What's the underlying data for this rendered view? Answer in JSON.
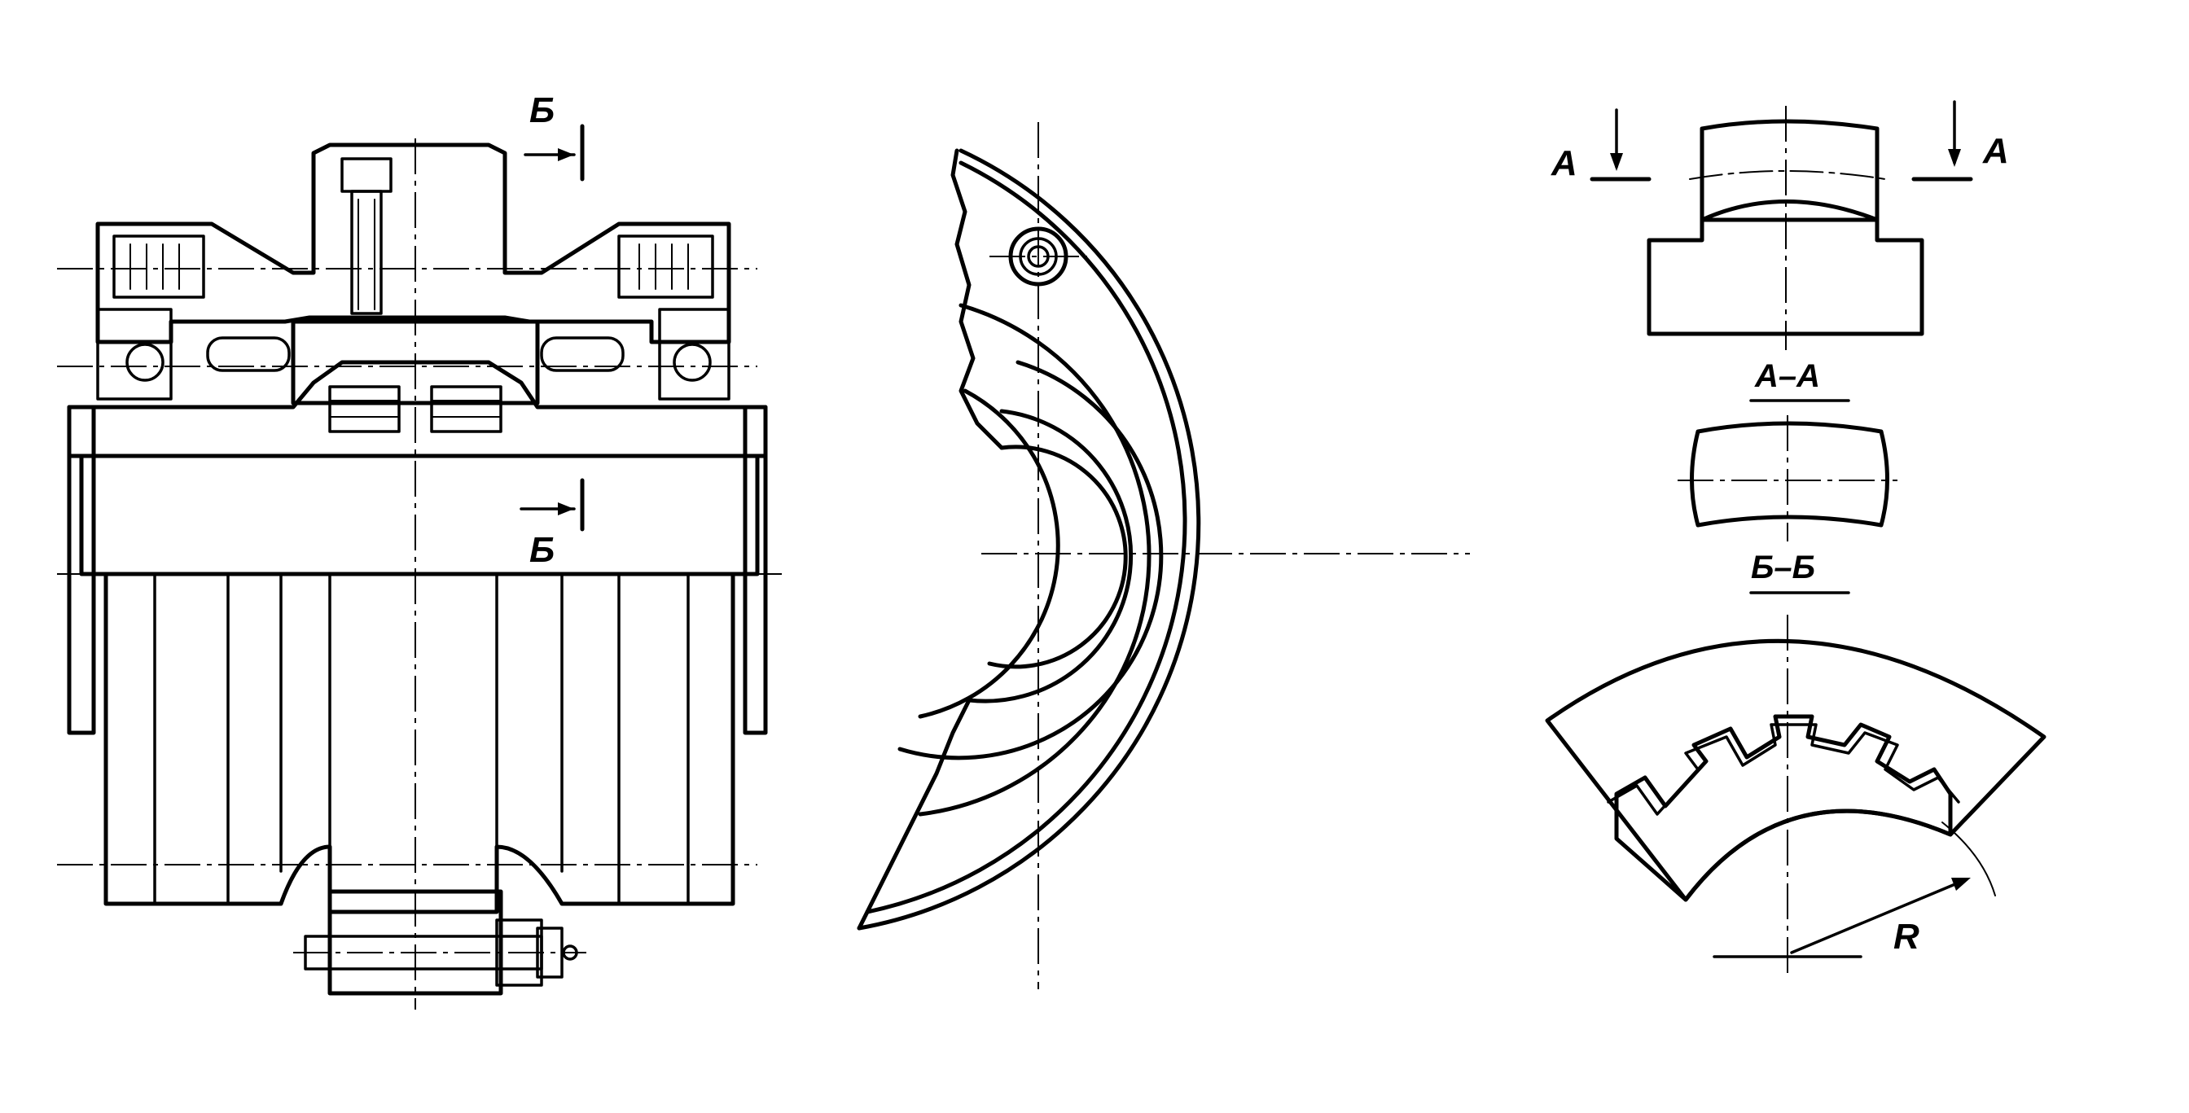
{
  "colors": {
    "ink": "#000000",
    "paper": "#ffffff"
  },
  "labels": {
    "section_b_top": "Б",
    "section_b_bottom": "Б",
    "section_a_left": "А",
    "section_a_right": "А",
    "title_a_a": "А–А",
    "title_b_b": "Б–Б",
    "radius": "R"
  }
}
